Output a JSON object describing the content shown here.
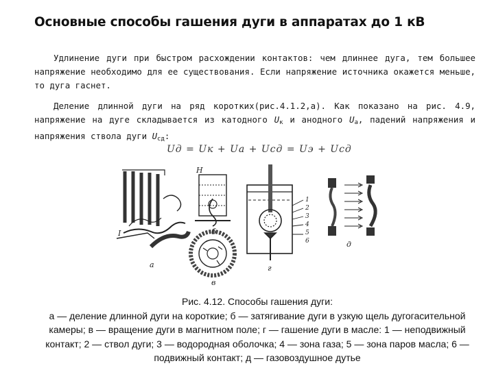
{
  "title": "Основные способы гашения дуги в аппаратах до 1 кВ",
  "paragraph1": "Удлинение дуги при быстром расхождении контактов: чем длиннее дуга, тем большее напряжение необходимо для ее существования. Если напряжение источника окажется меньше, то дуга гаснет.",
  "paragraph2": {
    "text": "Деление длинной дуги на ряд коротких(рис.4.1.2,а). Как показано на рис. 4.9, напряжение на дуге складывается из катодного",
    "cathode_symbol": "U",
    "cathode_sub": "к",
    "mid": " и анодного ",
    "anode_symbol": "U",
    "anode_sub": "а",
    "tail": ", падений напряжения и напряжения ствола дуги ",
    "column_symbol": "U",
    "column_sub": "сд",
    "end": ":"
  },
  "formula": "Uд = Uк + Uа + Uсд = Uэ + Uсд",
  "figure_labels": {
    "a": "а",
    "b": "б",
    "v": "в",
    "g": "г",
    "d": "д",
    "I": "I",
    "H": "H",
    "num1": "1",
    "num2": "2",
    "num3": "3",
    "num4": "4",
    "num5": "5",
    "num6": "6"
  },
  "caption": {
    "heading": "Рис. 4.12. Способы гашения дуги:",
    "text": "а — деление длинной дуги на короткие; б — затягивание дуги в узкую щель дугогасительной камеры; в — вращение дуги в магнитном поле; г — гашение дуги в масле: 1 — неподвижный контакт; 2 — ствол дуги; 3 — водородная оболочка; 4 — зона газа; 5 — зона паров масла; 6 — подвижный контакт; д — газовоздушное дутье"
  }
}
